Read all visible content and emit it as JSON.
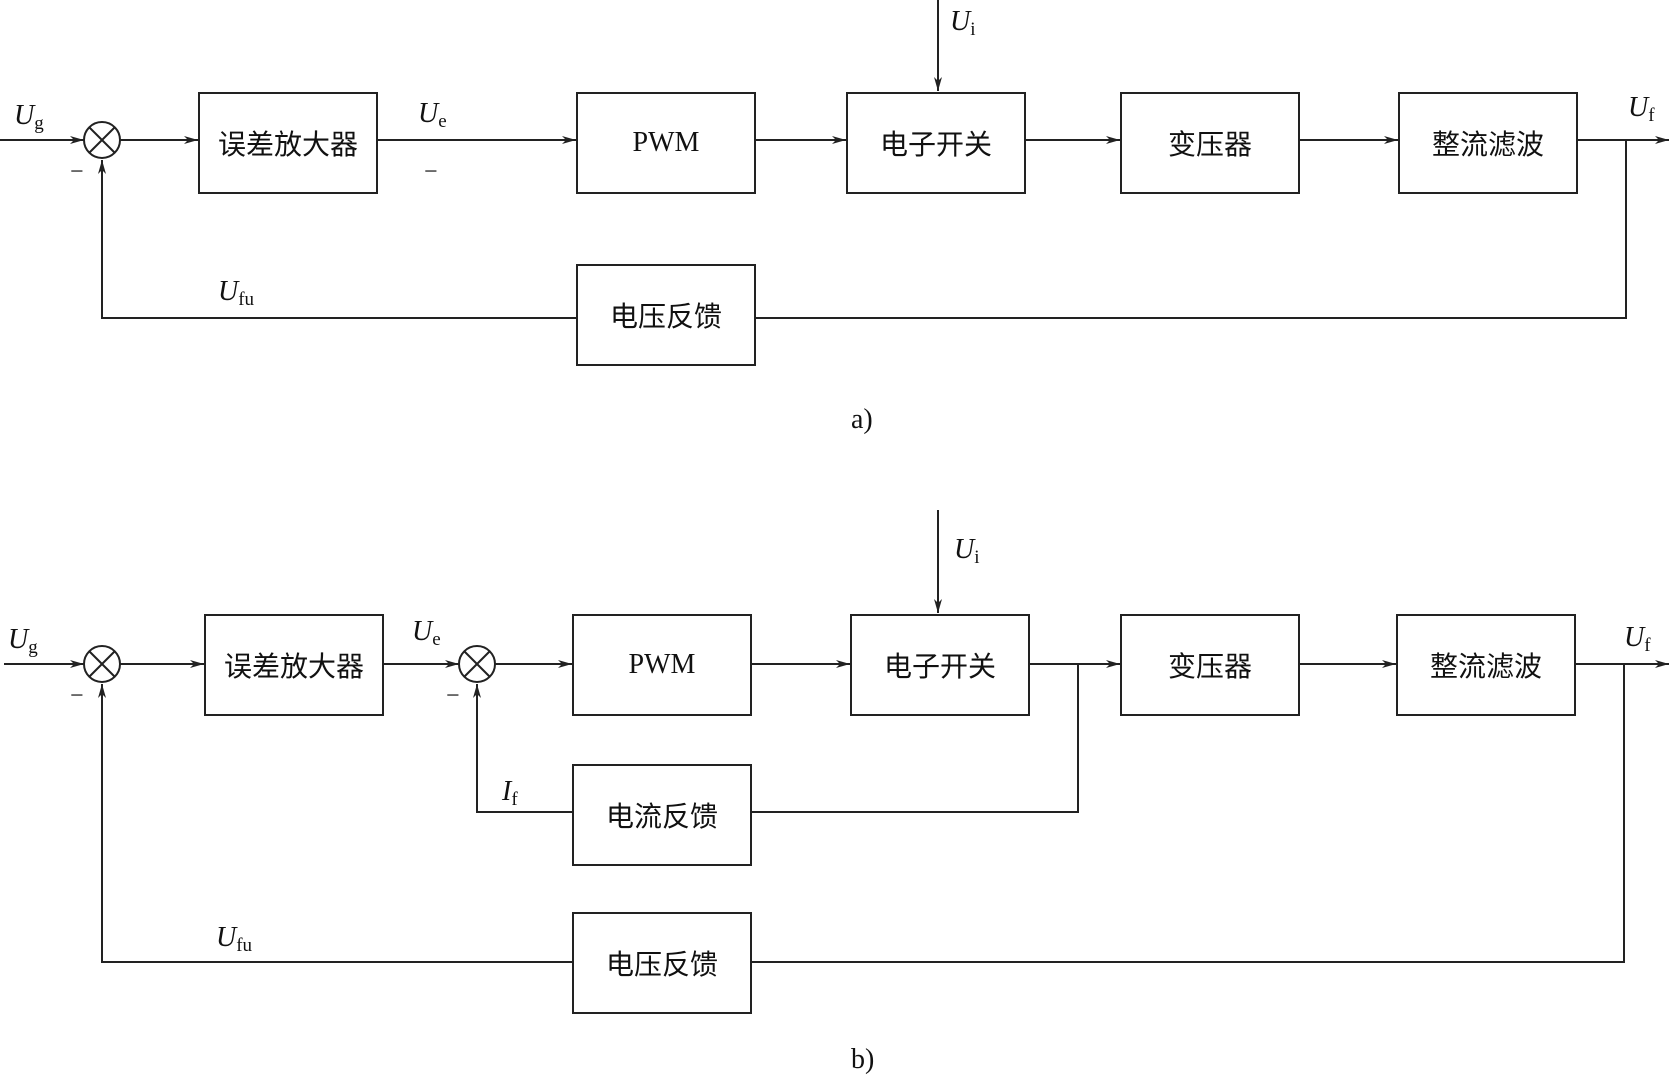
{
  "diagram_a": {
    "caption": "a)",
    "blocks": {
      "error_amp": "误差放大器",
      "pwm": "PWM",
      "switch": "电子开关",
      "transformer": "变压器",
      "rectifier": "整流滤波",
      "voltage_fb": "电压反馈"
    },
    "signals": {
      "ug": {
        "main": "U",
        "sub": "g"
      },
      "ue": {
        "main": "U",
        "sub": "e"
      },
      "ui": {
        "main": "U",
        "sub": "i"
      },
      "uf": {
        "main": "U",
        "sub": "f"
      },
      "ufu": {
        "main": "U",
        "sub": "fu"
      }
    },
    "signs": {
      "sum_minus": "−",
      "ue_minus": "−"
    }
  },
  "diagram_b": {
    "caption": "b)",
    "blocks": {
      "error_amp": "误差放大器",
      "pwm": "PWM",
      "switch": "电子开关",
      "transformer": "变压器",
      "rectifier": "整流滤波",
      "current_fb": "电流反馈",
      "voltage_fb": "电压反馈"
    },
    "signals": {
      "ug": {
        "main": "U",
        "sub": "g"
      },
      "ue": {
        "main": "U",
        "sub": "e"
      },
      "ui": {
        "main": "U",
        "sub": "i"
      },
      "uf": {
        "main": "U",
        "sub": "f"
      },
      "if": {
        "main": "I",
        "sub": "f"
      },
      "ufu": {
        "main": "U",
        "sub": "fu"
      }
    },
    "signs": {
      "sum1_minus": "−",
      "sum2_minus": "−"
    }
  }
}
